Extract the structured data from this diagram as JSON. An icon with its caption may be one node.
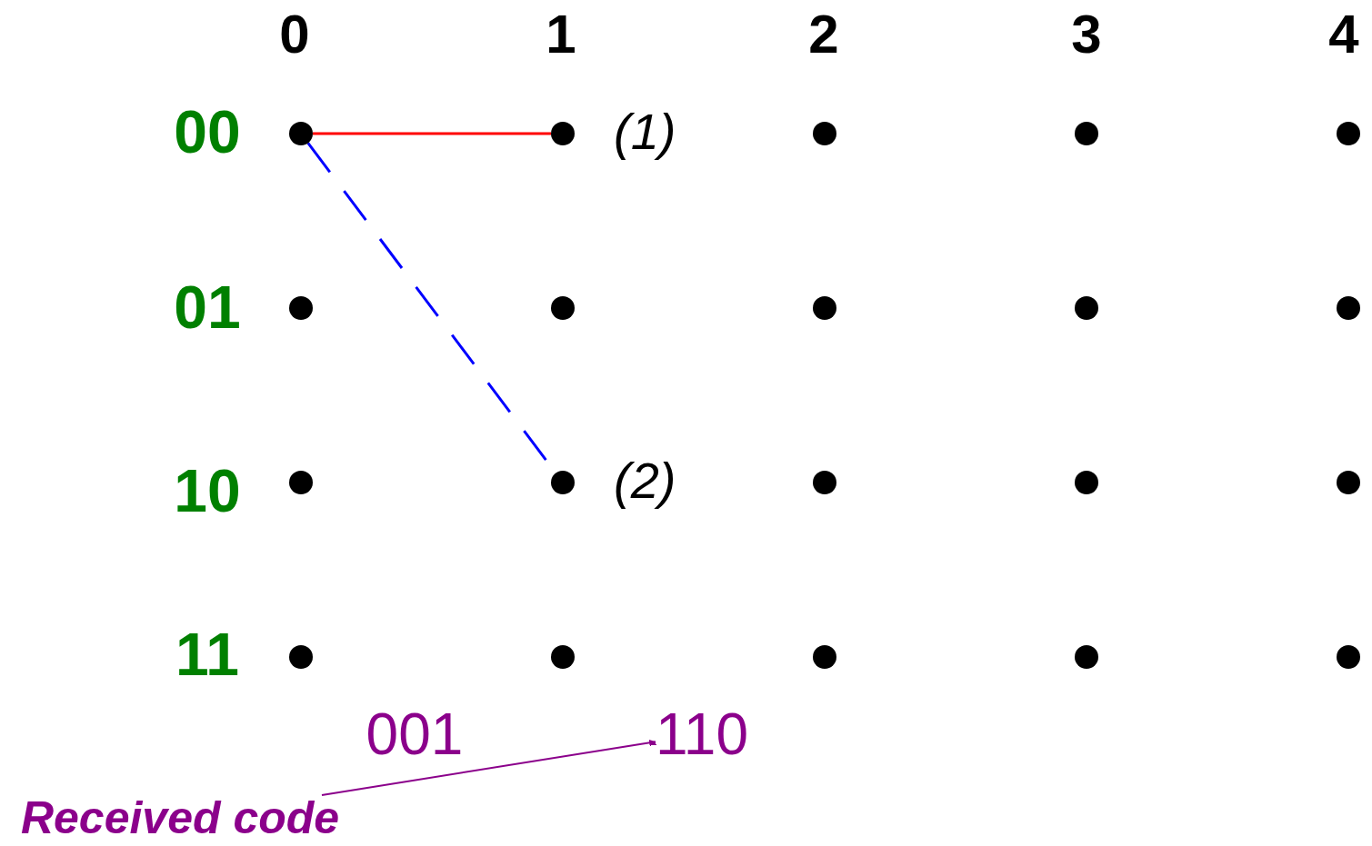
{
  "diagram": {
    "nodes": [
      {
        "text": [],
        "shape": "circle"
      },
      {
        "text": [],
        "shape": "circle",
        "beside": [
          "(1)"
        ]
      },
      {
        "text": [],
        "shape": "circle"
      },
      {
        "text": [],
        "shape": "circle"
      },
      {
        "text": [],
        "shape": "circle"
      },
      {
        "text": [],
        "shape": "circle"
      },
      {
        "text": [],
        "shape": "circle"
      },
      {
        "text": [],
        "shape": "circle"
      },
      {
        "text": [],
        "shape": "circle"
      },
      {
        "text": [],
        "shape": "circle"
      },
      {
        "text": [],
        "shape": "circle"
      },
      {
        "text": [],
        "shape": "circle",
        "beside": [
          "(2)"
        ]
      },
      {
        "text": [],
        "shape": "circle"
      },
      {
        "text": [],
        "shape": "circle"
      },
      {
        "text": [],
        "shape": "circle"
      },
      {
        "text": [],
        "shape": "circle"
      },
      {
        "text": [],
        "shape": "circle"
      },
      {
        "text": [],
        "shape": "circle"
      },
      {
        "text": [],
        "shape": "circle"
      },
      {
        "text": [],
        "shape": "circle"
      },
      {
        "text": [
          "Received code"
        ]
      },
      {
        "text": [
          "110"
        ]
      }
    ],
    "edges": [
      {
        "from": 0,
        "to": 1,
        "arrow": "none",
        "color": "#ff0000"
      },
      {
        "from": 0,
        "to": 11,
        "arrow": "none",
        "style": "dashed",
        "color": "#0000ff"
      },
      {
        "from": 20,
        "to": 21,
        "arrow": "to",
        "color": "#8b008b"
      }
    ],
    "labels": [
      "0",
      "1",
      "2",
      "3",
      "4",
      "00",
      "01",
      "10",
      "11",
      "001"
    ]
  }
}
